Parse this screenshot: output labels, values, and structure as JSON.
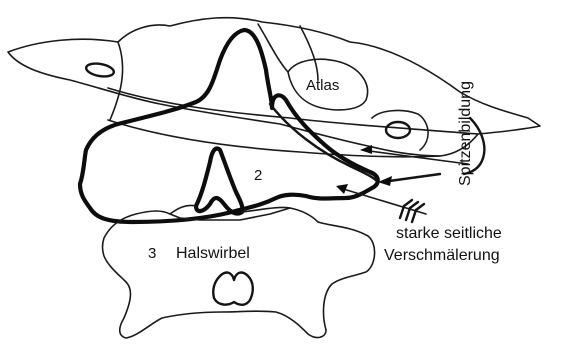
{
  "labels": {
    "atlas": "Atlas",
    "spitzenbildung": "Spitzenbildung",
    "axis_number": "2",
    "third_number": "3",
    "halswirbel": "Halswirbel",
    "seitliche_line1": "starke seitliche",
    "seitliche_line2": "Verschmälerung"
  },
  "colors": {
    "ink": "#111111",
    "paper": "#ffffff"
  }
}
